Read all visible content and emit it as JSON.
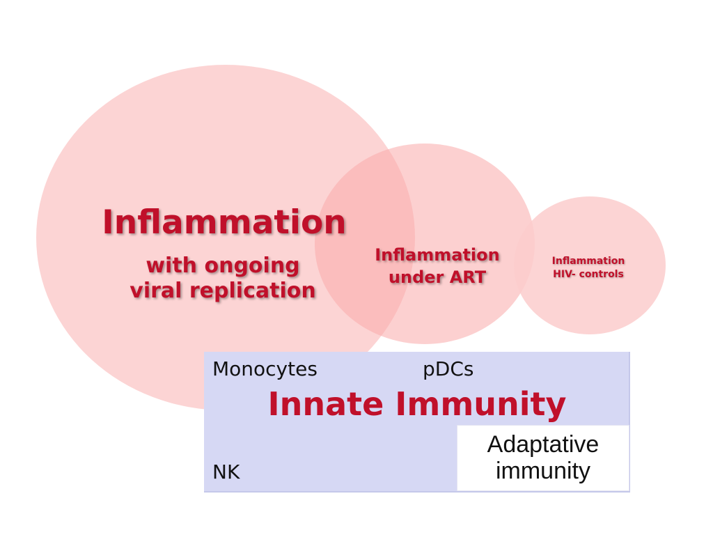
{
  "circles": {
    "large": {
      "title": "Inflammation",
      "subtitle_line1": "with ongoing",
      "subtitle_line2": "viral replication",
      "color": "#fccdcd"
    },
    "medium": {
      "line1": "Inflammation",
      "line2": "under ART",
      "color": "#faaaaa"
    },
    "small": {
      "line1": "Inflammation",
      "line2": "HIV- controls",
      "color": "#fccdcd"
    }
  },
  "immunity_box": {
    "background": "#d6d8f4",
    "monocytes": "Monocytes",
    "pdcs": "pDCs",
    "nk": "NK",
    "innate_label": "Innate Immunity",
    "adaptive_line1": "Adaptative",
    "adaptive_line2": "immunity"
  },
  "accent_color": "#c0102a"
}
